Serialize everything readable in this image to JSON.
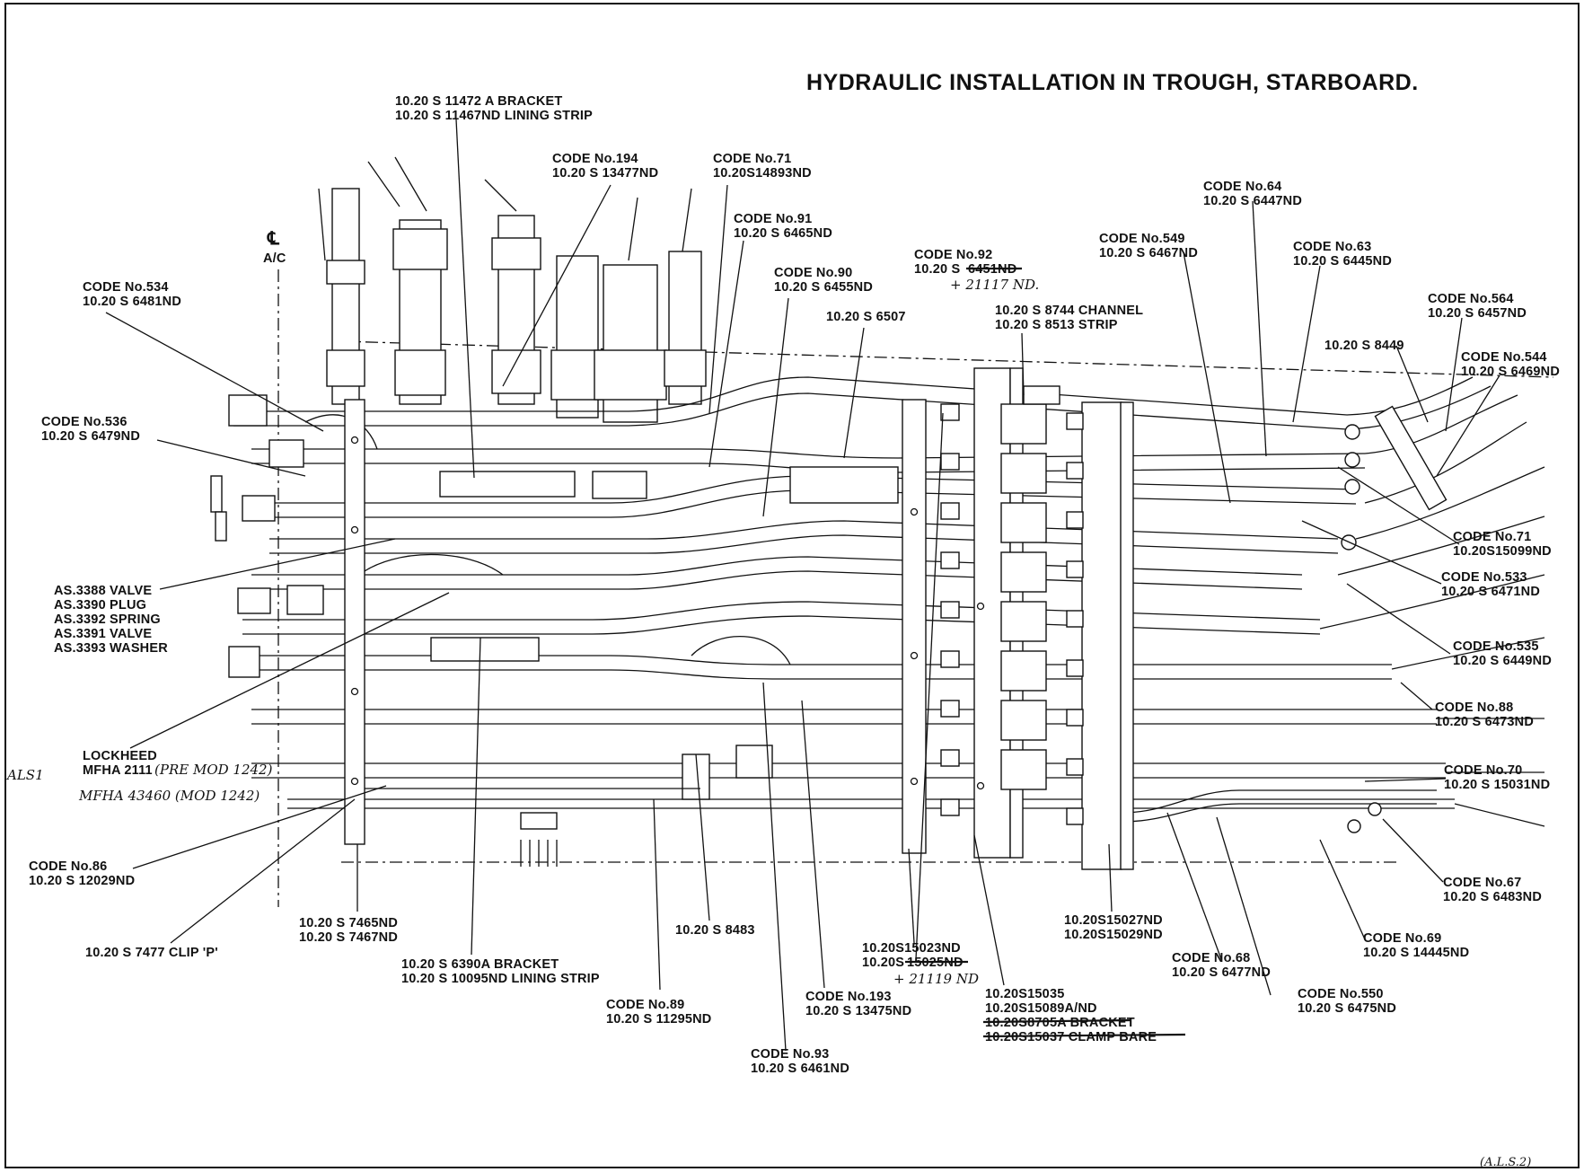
{
  "title": "HYDRAULIC INSTALLATION IN TROUGH, STARBOARD.",
  "centreline": {
    "symbol": "℄",
    "label": "A/C"
  },
  "labels": [
    {
      "id": "bracket-11472",
      "lines": [
        "10.20 S 11472 A BRACKET",
        "10.20 S 11467ND LINING STRIP"
      ]
    },
    {
      "id": "code-194",
      "lines": [
        "CODE No.194",
        "10.20 S 13477ND"
      ]
    },
    {
      "id": "code-71-top",
      "lines": [
        "CODE No.71",
        "10.20S14893ND"
      ]
    },
    {
      "id": "code-91",
      "lines": [
        "CODE No.91",
        "10.20 S 6465ND"
      ]
    },
    {
      "id": "code-90",
      "lines": [
        "CODE No.90",
        "10.20 S 6455ND"
      ]
    },
    {
      "id": "part-6507",
      "lines": [
        "10.20 S 6507"
      ]
    },
    {
      "id": "code-534",
      "lines": [
        "CODE No.534",
        "10.20 S 6481ND"
      ]
    },
    {
      "id": "code-536",
      "lines": [
        "CODE No.536",
        "10.20 S 6479ND"
      ]
    },
    {
      "id": "code-64",
      "lines": [
        "CODE No.64",
        "10.20 S 6447ND"
      ]
    },
    {
      "id": "code-549",
      "lines": [
        "CODE No.549",
        "10.20 S 6467ND"
      ]
    },
    {
      "id": "code-63",
      "lines": [
        "CODE No.63",
        "10.20 S 6445ND"
      ]
    },
    {
      "id": "channel-8744",
      "lines": [
        "10.20 S 8744 CHANNEL",
        "10.20 S 8513 STRIP"
      ]
    },
    {
      "id": "code-564",
      "lines": [
        "CODE No.564",
        "10.20 S 6457ND"
      ]
    },
    {
      "id": "part-8449",
      "lines": [
        "10.20 S 8449"
      ]
    },
    {
      "id": "code-544",
      "lines": [
        "CODE No.544",
        "10.20 S 6469ND"
      ]
    },
    {
      "id": "code-71-right",
      "lines": [
        "CODE No.71",
        "10.20S15099ND"
      ]
    },
    {
      "id": "code-533",
      "lines": [
        "CODE No.533",
        "10.20 S 6471ND"
      ]
    },
    {
      "id": "code-535",
      "lines": [
        "CODE No.535",
        "10.20 S 6449ND"
      ]
    },
    {
      "id": "code-88",
      "lines": [
        "CODE No.88",
        "10.20 S 6473ND"
      ]
    },
    {
      "id": "code-70",
      "lines": [
        "CODE No.70",
        "10.20 S 15031ND"
      ]
    },
    {
      "id": "code-67",
      "lines": [
        "CODE No.67",
        "10.20 S 6483ND"
      ]
    },
    {
      "id": "code-69",
      "lines": [
        "CODE No.69",
        "10.20 S 14445ND"
      ]
    },
    {
      "id": "code-550",
      "lines": [
        "CODE No.550",
        "10.20 S 6475ND"
      ]
    },
    {
      "id": "code-68",
      "lines": [
        "CODE No.68",
        "10.20 S 6477ND"
      ]
    },
    {
      "id": "part-15027",
      "lines": [
        "10.20S15027ND",
        "10.20S15029ND"
      ]
    },
    {
      "id": "valve-group",
      "lines": [
        "AS.3388 VALVE",
        "AS.3390 PLUG",
        "AS.3392 SPRING",
        "AS.3391 VALVE",
        "AS.3393 WASHER"
      ]
    },
    {
      "id": "lockheed",
      "lines": [
        "LOCKHEED",
        "MFHA 2111"
      ]
    },
    {
      "id": "code-86",
      "lines": [
        "CODE No.86",
        "10.20 S 12029ND"
      ]
    },
    {
      "id": "clip-7477",
      "lines": [
        "10.20 S 7477 CLIP 'P'"
      ]
    },
    {
      "id": "part-7465",
      "lines": [
        "10.20 S 7465ND",
        "10.20 S 7467ND"
      ]
    },
    {
      "id": "bracket-6390",
      "lines": [
        "10.20 S 6390A BRACKET",
        "10.20 S 10095ND LINING STRIP"
      ]
    },
    {
      "id": "part-8483",
      "lines": [
        "10.20 S 8483"
      ]
    },
    {
      "id": "code-89",
      "lines": [
        "CODE No.89",
        "10.20 S 11295ND"
      ]
    },
    {
      "id": "code-93",
      "lines": [
        "CODE No.93",
        "10.20 S 6461ND"
      ]
    },
    {
      "id": "code-193",
      "lines": [
        "CODE No.193",
        "10.20 S 13475ND"
      ]
    },
    {
      "id": "part-15023",
      "lines": [
        "10.20S15023ND"
      ]
    },
    {
      "id": "part-15035",
      "lines": [
        "10.20S15035",
        "10.20S15089A/ND"
      ]
    }
  ],
  "struck_labels": [
    {
      "id": "code-92",
      "header": "CODE No.92",
      "prefix": "10.20 S ",
      "struck": "6451ND",
      "replacement": "+ 21117 ND."
    },
    {
      "id": "part-15023-b",
      "prefix": "10.20S",
      "struck": "15025ND",
      "replacement": "+ 21119 ND"
    },
    {
      "id": "part-15035-struck",
      "lines": [
        "10.20S8705A BRACKET",
        "10.20S15037 CLAMP BARE"
      ]
    }
  ],
  "handwritten": {
    "lockheed_premod": "(PRE MOD 1242)",
    "mfha_mod": "MFHA 43460 (MOD 1242)",
    "left_margin": "ALS1",
    "corner": "(A.L.S.2)"
  }
}
